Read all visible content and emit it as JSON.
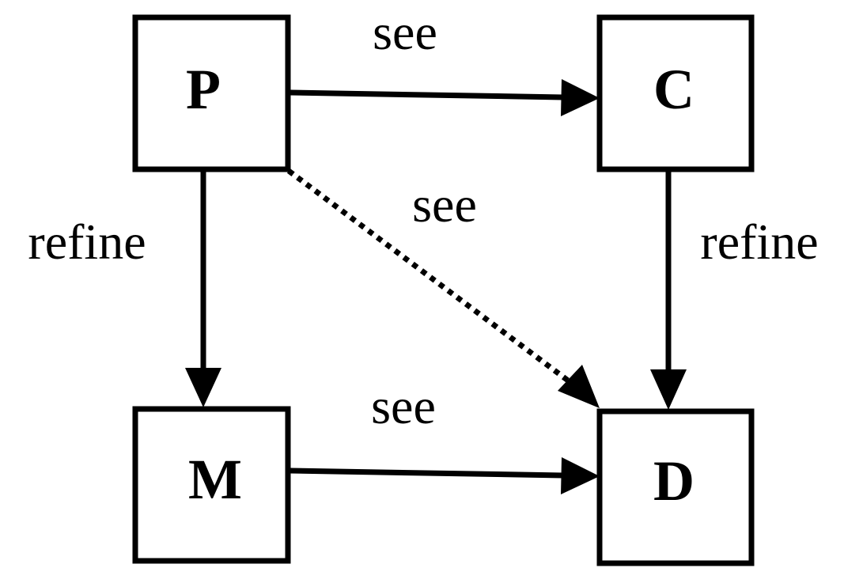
{
  "nodes": {
    "p": {
      "label": "P"
    },
    "c": {
      "label": "C"
    },
    "m": {
      "label": "M"
    },
    "d": {
      "label": "D"
    }
  },
  "edges": {
    "p_to_c": {
      "label": "see",
      "style": "solid"
    },
    "p_to_d": {
      "label": "see",
      "style": "dotted"
    },
    "m_to_d": {
      "label": "see",
      "style": "solid"
    },
    "p_to_m": {
      "label": "refine",
      "style": "solid"
    },
    "c_to_d": {
      "label": "refine",
      "style": "solid"
    }
  },
  "colors": {
    "stroke": "#000000",
    "background": "#ffffff"
  }
}
